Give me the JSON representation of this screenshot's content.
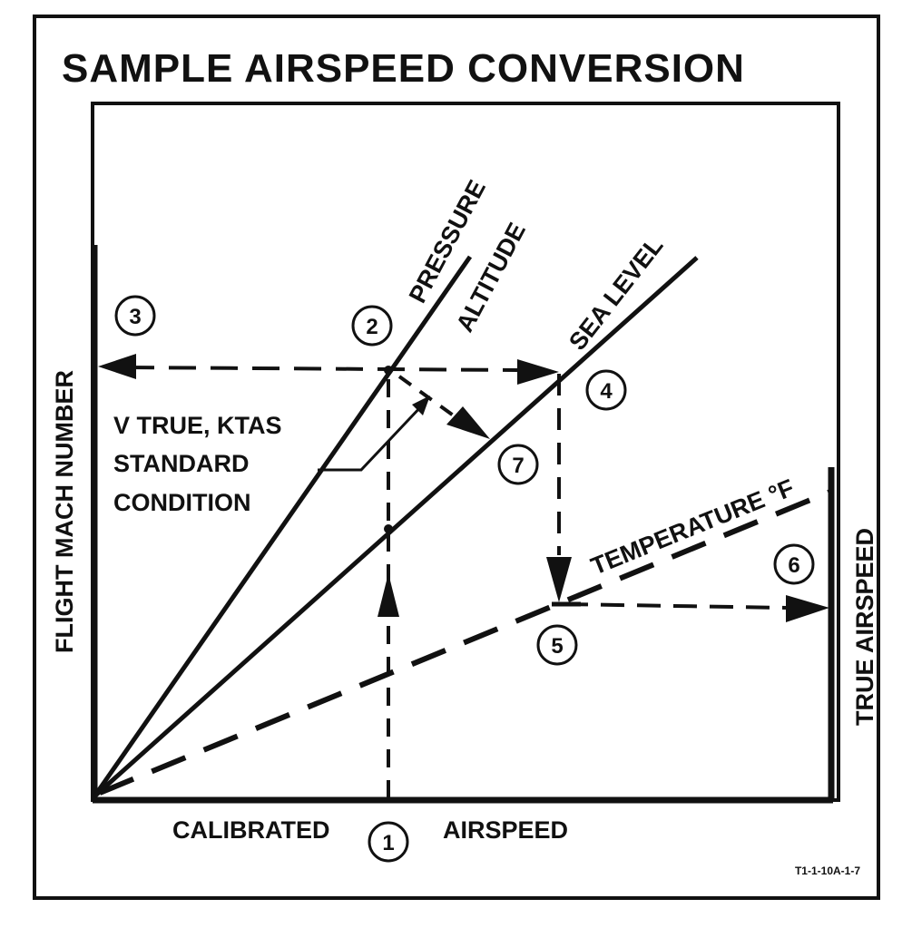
{
  "title": "SAMPLE AIRSPEED CONVERSION",
  "axes": {
    "left": "FLIGHT MACH NUMBER",
    "right": "TRUE AIRSPEED",
    "bottom_left": "CALIBRATED",
    "bottom_right": "AIRSPEED"
  },
  "lines": {
    "pressure_altitude": [
      "PRESSURE",
      "ALTITUDE"
    ],
    "sea_level": "SEA LEVEL",
    "temperature": "TEMPERATURE °F"
  },
  "callout": [
    "V TRUE, KTAS",
    "STANDARD",
    "CONDITION"
  ],
  "steps": [
    "1",
    "2",
    "3",
    "4",
    "5",
    "6",
    "7"
  ],
  "reference": "T1-1-10A-1-7",
  "colors": {
    "ink": "#111111",
    "paper": "#ffffff"
  }
}
